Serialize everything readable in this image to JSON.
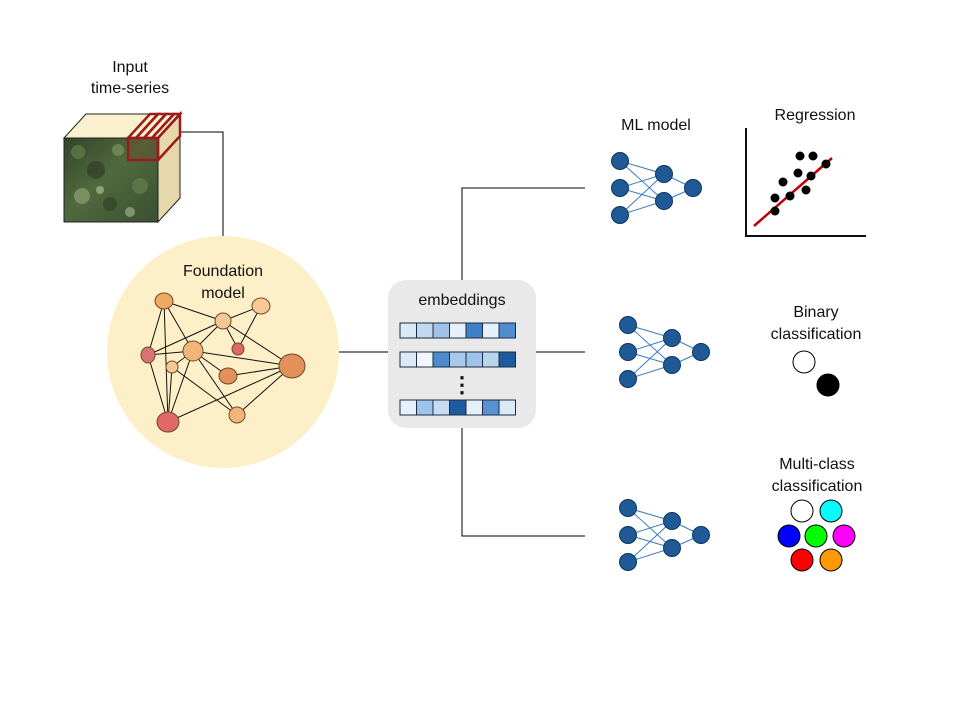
{
  "labels": {
    "input_line1": "Input",
    "input_line2": "time-series",
    "foundation_line1": "Foundation",
    "foundation_line2": "model",
    "embeddings": "embeddings",
    "embeddings_ellipsis": "⋮",
    "ml_model": "ML model",
    "regression": "Regression",
    "binary_line1": "Binary",
    "binary_line2": "classification",
    "multiclass_line1": "Multi-class",
    "multiclass_line2": "classification"
  },
  "colors": {
    "foundation_bg": "#fdf0c8",
    "embeddings_bg": "#e9e9e9",
    "nn_node": "#1f5a96",
    "nn_edge": "#3b7cc1",
    "regression_line": "#c00000",
    "input_cube_frame": "#9b1c1c",
    "graph_nodes": [
      "#f0a862",
      "#f6c896",
      "#e3905a",
      "#d97373",
      "#e06868",
      "#f1b57a"
    ]
  },
  "embedding_rows": [
    [
      "#dbe9f7",
      "#c2d8f0",
      "#a0c2e6",
      "#e6f0fa",
      "#3f7fc3",
      "#e6f0fa",
      "#4f8dcf"
    ],
    [
      "#dbe9f7",
      "#f3f7fc",
      "#4d8bcc",
      "#a9c8ea",
      "#9ec2e8",
      "#b9d4ef",
      "#1d5aa0"
    ],
    [
      "#e6f0fa",
      "#9fc2e8",
      "#c7dcf3",
      "#1d5aa0",
      "#e6f0fa",
      "#5992d2",
      "#dbe9f7"
    ]
  ],
  "multiclass_colors": [
    "#ffffff",
    "#00ffff",
    "#0000ff",
    "#00ff00",
    "#ff00ff",
    "#ff0000",
    "#ff9900"
  ],
  "binary_colors": [
    "#ffffff",
    "#000000"
  ]
}
